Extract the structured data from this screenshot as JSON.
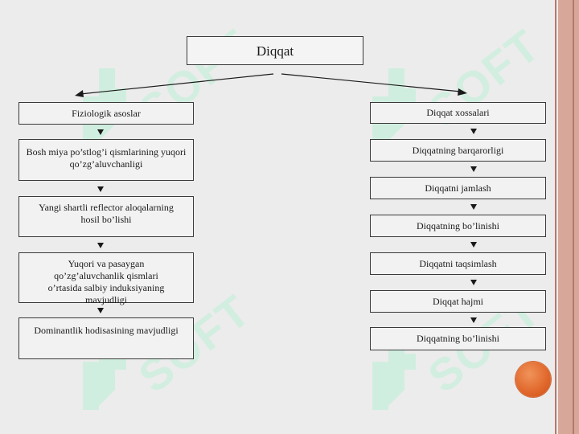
{
  "diagram": {
    "root": "Diqqat",
    "left_column": [
      "Fiziologik asoslar",
      "Bosh miya po’stlog’i qismlarining yuqori qo’zg’aluvchanligi",
      "Yangi shartli reflector aloqalarning hosil bo’lishi",
      "Yuqori va pasaygan qo’zg’aluvchanlik qismlari o’rtasida salbiy induksiyaning mavjudligi",
      "Dominantlik hodisasining mavjudligi"
    ],
    "right_column": [
      "Diqqat xossalari",
      "Diqqatning barqarorligi",
      "Diqqatni jamlash",
      "Diqqatning bo’linishi",
      "Diqqatni taqsimlash",
      "Diqqat hajmi",
      "Diqqatning bo’linishi"
    ]
  },
  "watermark": {
    "text": "SOFT"
  },
  "colors": {
    "background": "#ececec",
    "box_border": "#3a3a3a",
    "accent_border": "#d7a79a",
    "orb": "#e0662a",
    "watermark": "#bef0d7"
  }
}
